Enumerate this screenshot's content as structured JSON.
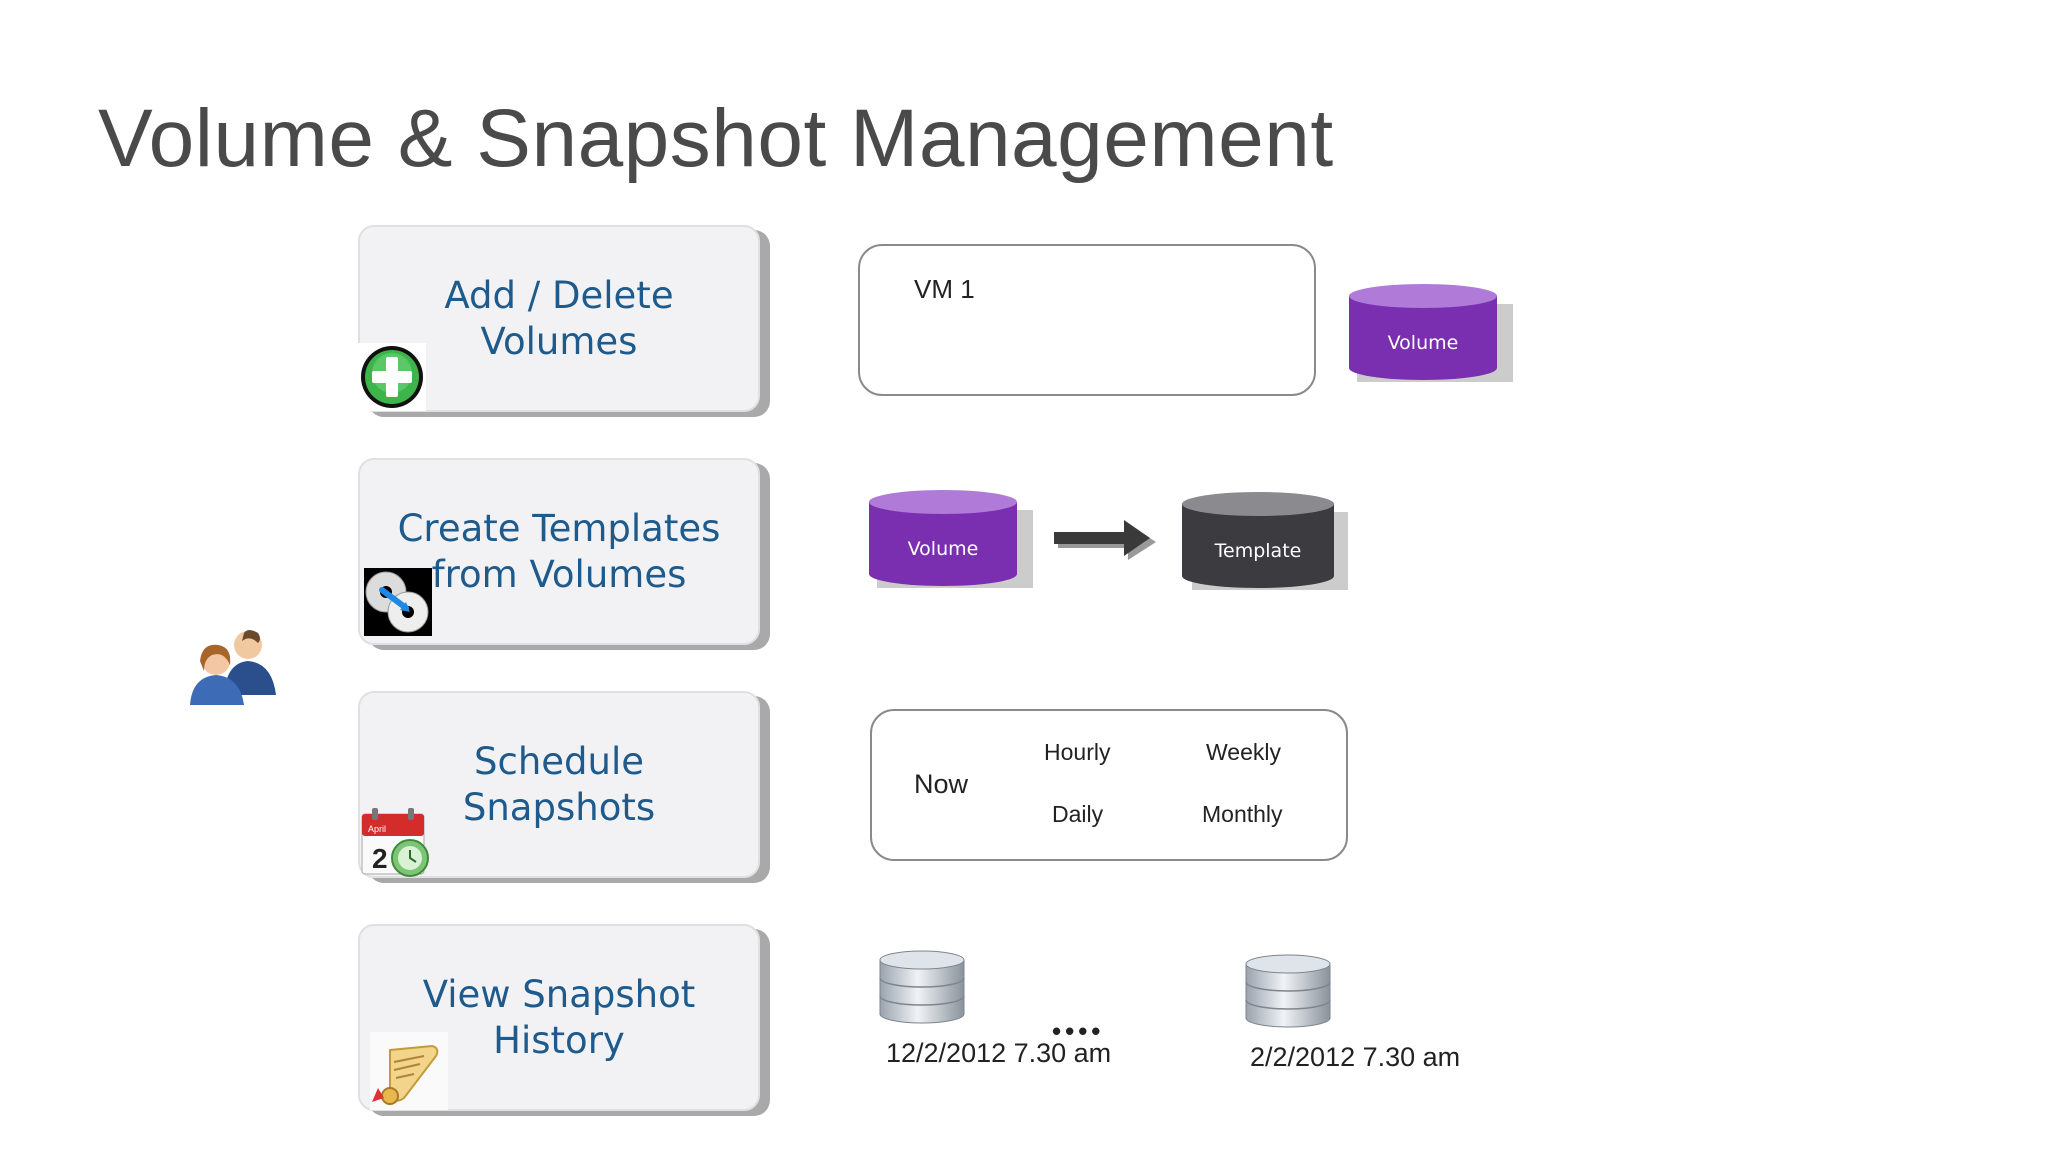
{
  "title": "Volume & Snapshot Management",
  "actions": [
    {
      "line1": "Add / Delete",
      "line2": "Volumes",
      "icon": "add-icon"
    },
    {
      "line1": "Create Templates",
      "line2": "from Volumes",
      "icon": "disc-copy-icon"
    },
    {
      "line1": "Schedule",
      "line2": "Snapshots",
      "icon": "calendar-clock-icon"
    },
    {
      "line1": "View Snapshot",
      "line2": "History",
      "icon": "scroll-icon"
    }
  ],
  "row1": {
    "vm_label": "VM 1",
    "volume_label": "Volume"
  },
  "row2": {
    "volume_label": "Volume",
    "template_label": "Template"
  },
  "row3": {
    "now": "Now",
    "hourly": "Hourly",
    "weekly": "Weekly",
    "daily": "Daily",
    "monthly": "Monthly"
  },
  "row4": {
    "snapshot1_date": "12/2/2012 7.30 am",
    "ellipsis": "••••",
    "snapshot2_date": "2/2/2012 7.30 am"
  },
  "calendar_month": "April",
  "calendar_day": "2",
  "colors": {
    "accent_text": "#1e5b8c",
    "volume_purple": "#7a2fb0",
    "template_dark": "#3b3b40",
    "title": "#4a4a4a"
  }
}
